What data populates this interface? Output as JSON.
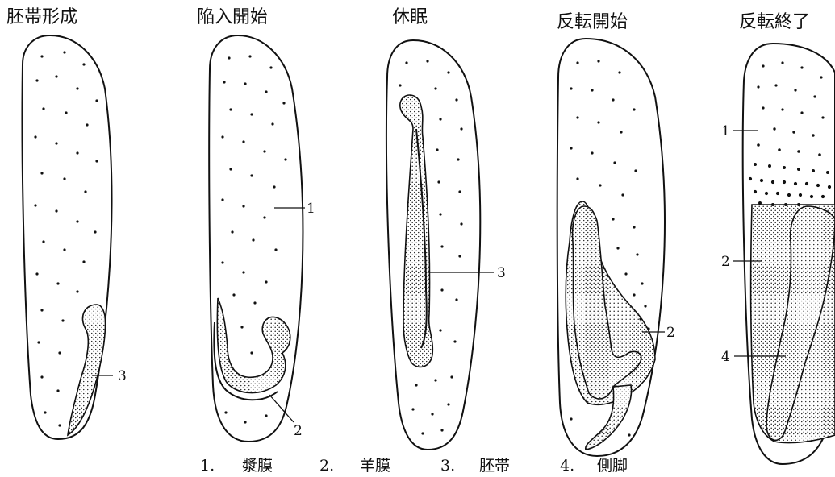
{
  "figure": {
    "stages": [
      "胚帯形成",
      "陥入開始",
      "休眠",
      "反転開始",
      "反転終了"
    ],
    "callouts": {
      "stage1_3": "3",
      "stage2_1": "1",
      "stage2_2": "2",
      "stage3_3": "3",
      "stage4_2": "2",
      "stage5_1": "1",
      "stage5_2": "2",
      "stage5_4": "4"
    },
    "legend": [
      {
        "num": "1.",
        "term": "漿膜"
      },
      {
        "num": "2.",
        "term": "羊膜"
      },
      {
        "num": "3.",
        "term": "胚帯"
      },
      {
        "num": "4.",
        "term": "側脚"
      }
    ]
  }
}
